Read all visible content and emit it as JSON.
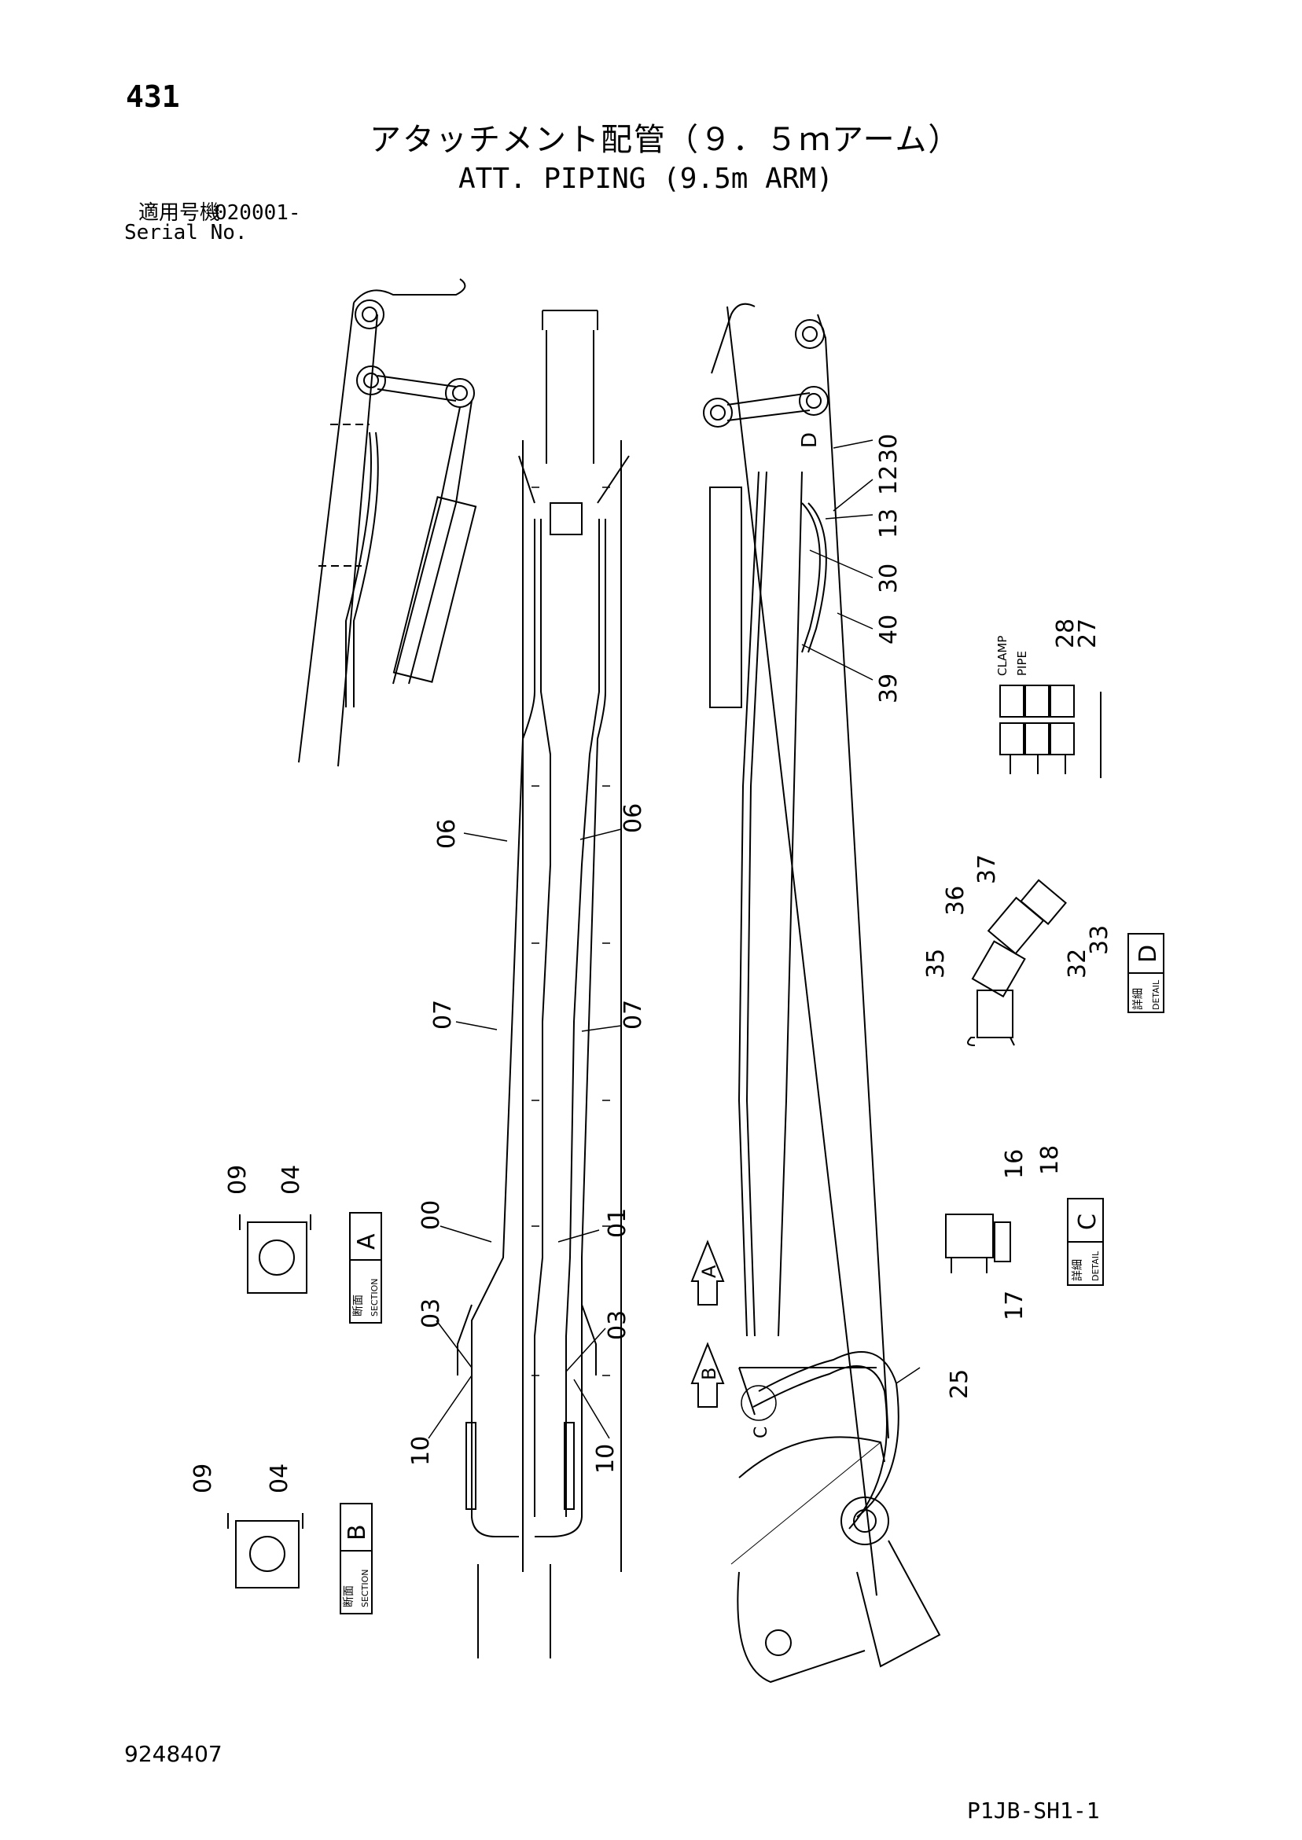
{
  "page_number": "431",
  "title_jp": "アタッチメント配管（９．５ｍアーム）",
  "title_en": "ATT. PIPING (9.5m ARM)",
  "serial": {
    "label_jp": "適用号機",
    "number": "020001-",
    "label_en": "Serial No."
  },
  "doc_number": "9248407",
  "sheet_ref": "P1JB-SH1-1",
  "part_callouts": {
    "p06a": "06",
    "p06b": "06",
    "p07a": "07",
    "p07b": "07",
    "p00": "00",
    "p01": "01",
    "p03a": "03",
    "p03b": "03",
    "p10a": "10",
    "p10b": "10",
    "p30a": "30",
    "p12": "12",
    "p13": "13",
    "p30b": "30",
    "p40": "40",
    "p39": "39",
    "p28": "28",
    "p27": "27",
    "p37": "37",
    "p36": "36",
    "p35": "35",
    "p33": "33",
    "p32": "32",
    "p16": "16",
    "p18": "18",
    "p17": "17",
    "p25": "25",
    "p09a": "09",
    "p04a": "04",
    "p09b": "09",
    "p04b": "04"
  },
  "markers": {
    "a": "A",
    "b": "B",
    "c": "C",
    "d": "D"
  },
  "detail_labels": {
    "clamp": "CLAMP",
    "pipe": "PIPE",
    "detail_jp": "詳細",
    "detail_en": "DETAIL",
    "section_jp": "断面",
    "section_en": "SECTION",
    "detail_d": "D",
    "detail_c": "C",
    "section_a": "A",
    "section_b": "B"
  }
}
